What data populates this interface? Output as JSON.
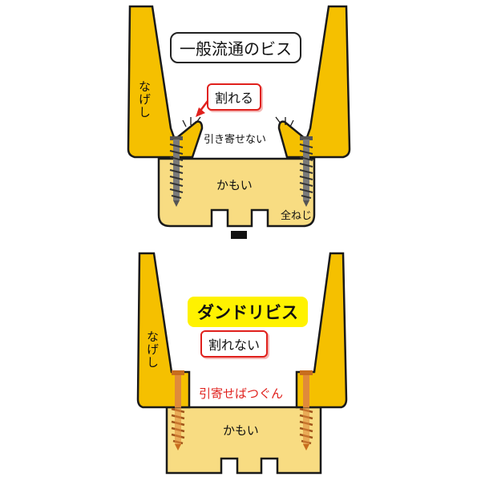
{
  "colors": {
    "wood": "#f5c000",
    "wood_edge": "#1a1a1a",
    "kamoi": "#f8dc82",
    "accent_red": "#e0201c",
    "highlight_yellow": "#fff200",
    "screw_gray": "#555555",
    "screw_copper": "#c86d1e"
  },
  "top": {
    "title": "一般流通のビス",
    "crack_label": "割れる",
    "pull_label": "引き寄せない",
    "nageshi_label": "なげし",
    "kamoi_label": "かもい",
    "screw_label": "全ねじ"
  },
  "arrow": {
    "icon": "arrow-down-icon"
  },
  "bottom": {
    "title": "ダンドリビス",
    "crack_label": "割れない",
    "pull_label": "引寄せばつぐん",
    "nageshi_label": "なげし",
    "kamoi_label": "かもい"
  }
}
